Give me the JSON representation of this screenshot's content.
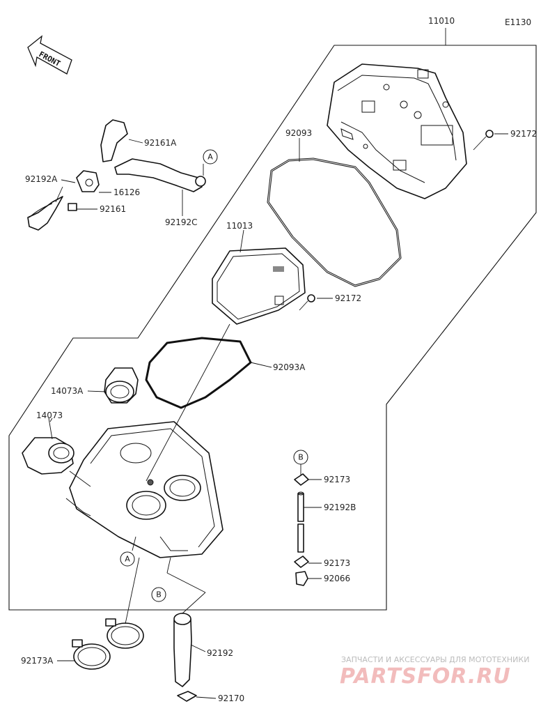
{
  "diagram_code": "E1130",
  "front_label": "FRONT",
  "watermark": {
    "top_text": "ЗАПЧАСТИ И АКСЕССУАРЫ ДЛЯ МОТОТЕХНИКИ",
    "logo_text": "PARTSFOR.RU"
  },
  "ref_markers": {
    "a": "A",
    "b": "B"
  },
  "parts": {
    "p11010": "11010",
    "p92172_top": "92172",
    "p92093": "92093",
    "p92161A": "92161A",
    "p92192A": "92192A",
    "p16126": "16126",
    "p92161": "92161",
    "p92192C": "92192C",
    "p11013": "11013",
    "p92172_mid": "92172",
    "p92093A": "92093A",
    "p14073A": "14073A",
    "p14073": "14073",
    "p92173_top": "92173",
    "p92192B": "92192B",
    "p92173_bot": "92173",
    "p92066": "92066",
    "p92192": "92192",
    "p92173A": "92173A",
    "p92170": "92170"
  }
}
